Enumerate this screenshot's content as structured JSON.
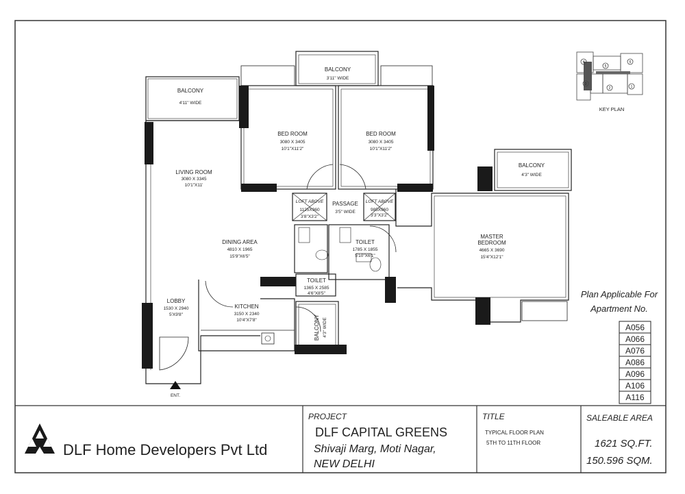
{
  "rooms": {
    "balcony_left": {
      "name": "BALCONY",
      "dim1": "4'11\" WIDE"
    },
    "balcony_top": {
      "name": "BALCONY",
      "dim1": "3'11\" WIDE"
    },
    "balcony_right": {
      "name": "BALCONY",
      "dim1": "4'3\" WIDE"
    },
    "balcony_kitchen": {
      "name": "BALCONY",
      "dim1": "4'3\" WIDE"
    },
    "bedroom_1": {
      "name": "BED ROOM",
      "dim1": "3080 X 3405",
      "dim2": "10'1\"X11'2\""
    },
    "bedroom_2": {
      "name": "BED ROOM",
      "dim1": "3080 X 3405",
      "dim2": "10'1\"X11'2\""
    },
    "living": {
      "name": "LIVING ROOM",
      "dim1": "3080 X 3345",
      "dim2": "10'1\"X11'"
    },
    "dining": {
      "name": "DINING AREA",
      "dim1": "4810 X 1965",
      "dim2": "15'9\"X6'5\""
    },
    "lobby": {
      "name": "LOBBY",
      "dim1": "1530 X 2940",
      "dim2": "5'X9'8\""
    },
    "kitchen": {
      "name": "KITCHEN",
      "dim1": "3150 X 2340",
      "dim2": "10'4\"X7'8\""
    },
    "passage": {
      "name": "PASSAGE",
      "dim1": "3'5\" WIDE"
    },
    "loft_left": {
      "name": "LOFT ABOVE",
      "dim1": "1125X960",
      "dim2": "3'8\"X3'2\""
    },
    "loft_right": {
      "name": "LOFT ABOVE",
      "dim1": "985X960",
      "dim2": "3'3\"X3'2\""
    },
    "toilet_1": {
      "name": "TOILET",
      "dim1": "1785 X 1855",
      "dim2": "5'10\"X6'1\""
    },
    "toilet_2": {
      "name": "TOILET",
      "dim1": "1365 X 2585",
      "dim2": "4'6\"X8'5\""
    },
    "master": {
      "name": "MASTER",
      "name2": "BEDROOM",
      "dim1": "4665 X 3690",
      "dim2": "15'4\"X12'1\""
    }
  },
  "entrance_label": "ENT.",
  "key_plan": {
    "label": "KEY PLAN",
    "numbers": [
      "1",
      "2",
      "3",
      "4",
      "5",
      "6"
    ]
  },
  "applicable": {
    "line1": "Plan Applicable For",
    "line2": "Apartment No.",
    "apartments": [
      "A056",
      "A066",
      "A076",
      "A086",
      "A096",
      "A106",
      "A116"
    ]
  },
  "title_block": {
    "company": "DLF Home Developers Pvt Ltd",
    "project_label": "PROJECT",
    "project_name": "DLF CAPITAL GREENS",
    "address_line1": "Shivaji Marg, Moti Nagar,",
    "address_line2": "NEW DELHI",
    "title_label": "TITLE",
    "title_line1": "TYPICAL FLOOR PLAN",
    "title_line2": "5TH TO 11TH FLOOR",
    "area_label": "SALEABLE AREA",
    "area_sqft": "1621 SQ.FT.",
    "area_sqm": "150.596 SQM."
  },
  "colors": {
    "line": "#222222",
    "wall_fill": "#1a1a1a",
    "paper": "#ffffff"
  }
}
